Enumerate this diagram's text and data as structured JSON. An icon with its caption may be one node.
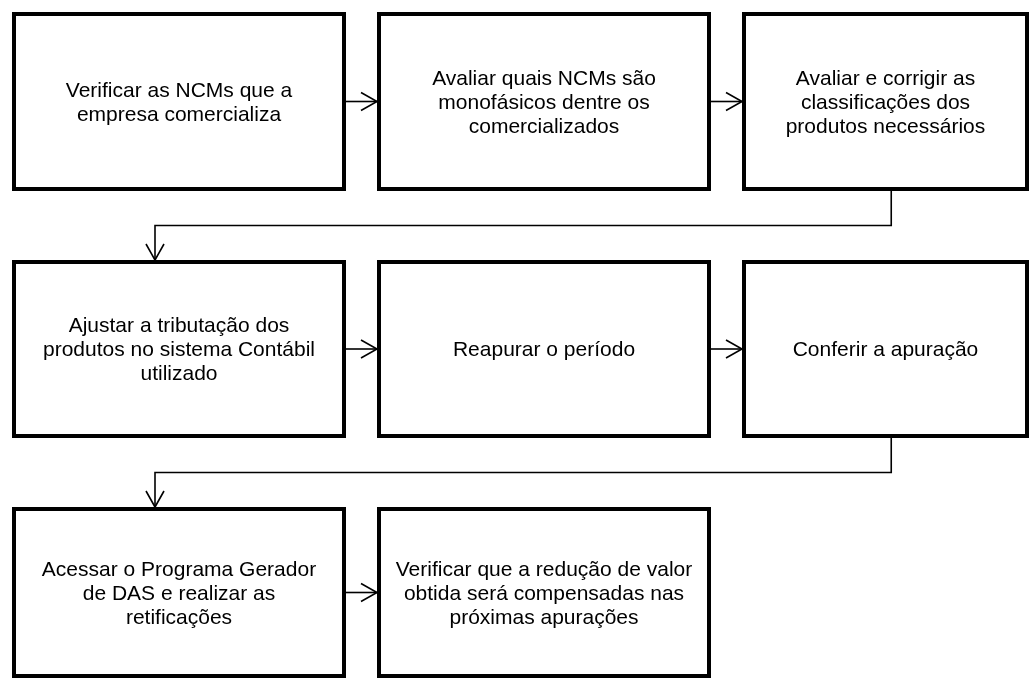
{
  "diagram": {
    "nodes": [
      {
        "text": [
          "Verificar as NCMs que a empresa comercializa"
        ]
      },
      {
        "text": [
          "Avaliar quais NCMs são monofásicos dentre os comercializados"
        ]
      },
      {
        "text": [
          "Avaliar e corrigir as classificações dos produtos necessários"
        ]
      },
      {
        "text": [
          "Ajustar a tributação dos produtos no sistema Contábil utilizado"
        ]
      },
      {
        "text": [
          "Reapurar o período"
        ]
      },
      {
        "text": [
          "Conferir a apuração"
        ]
      },
      {
        "text": [
          "Acessar o Programa Gerador de DAS e realizar as retificações"
        ]
      },
      {
        "text": [
          "Verificar que a redução de valor obtida será compensadas nas próximas apurações"
        ]
      }
    ],
    "edges": [
      {
        "from": 0,
        "to": 1,
        "arrow": "to"
      },
      {
        "from": 1,
        "to": 2,
        "arrow": "to"
      },
      {
        "from": 2,
        "to": 3,
        "arrow": "to"
      },
      {
        "from": 3,
        "to": 4,
        "arrow": "to"
      },
      {
        "from": 4,
        "to": 5,
        "arrow": "to"
      },
      {
        "from": 5,
        "to": 6,
        "arrow": "to"
      },
      {
        "from": 6,
        "to": 7,
        "arrow": "to"
      }
    ]
  }
}
